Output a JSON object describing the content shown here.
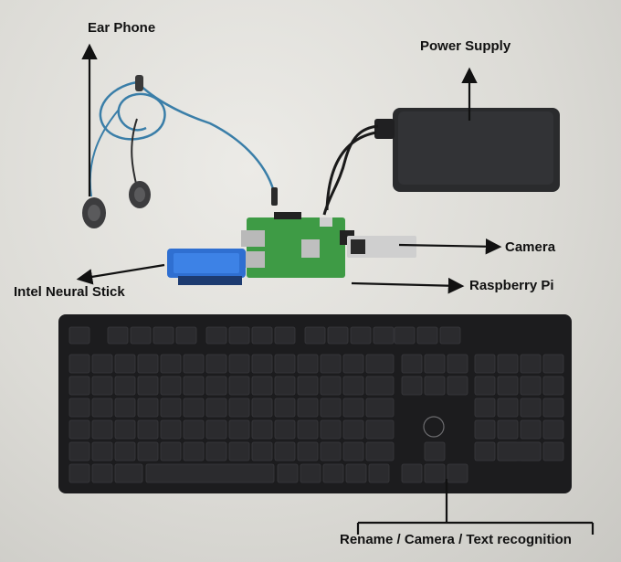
{
  "labels": {
    "ear_phone": "Ear Phone",
    "power_supply": "Power Supply",
    "camera": "Camera",
    "raspberry_pi": "Raspberry Pi",
    "intel_neural_stick": "Intel Neural Stick",
    "keyboard_functions": "Rename / Camera / Text recognition"
  },
  "colors": {
    "background": "#dcdbd6",
    "power_bank": "#2a2b2d",
    "board": "#3e9b45",
    "stick": "#2f6fd1",
    "keyboard": "#1c1c1e",
    "key": "#2b2b2e",
    "cable_blue": "#3a7ea8"
  }
}
